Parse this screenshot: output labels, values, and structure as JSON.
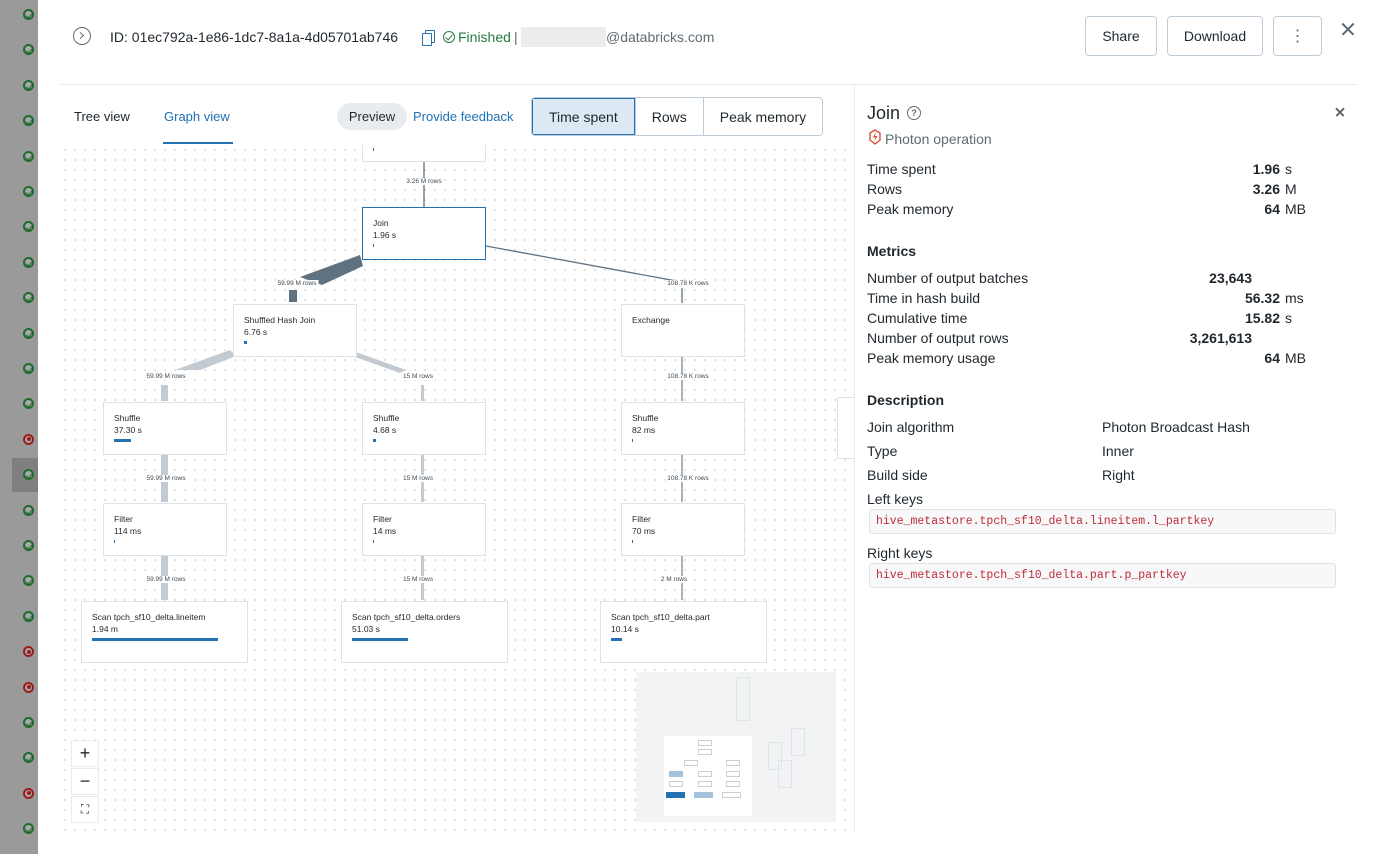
{
  "background": {
    "status_rows": [
      "success",
      "success",
      "success",
      "success",
      "success",
      "success",
      "success",
      "success",
      "success",
      "success",
      "success",
      "success",
      "failed",
      "success",
      "success",
      "success",
      "success",
      "success",
      "failed",
      "failed",
      "success",
      "success",
      "failed",
      "success"
    ]
  },
  "header": {
    "query_id": "ID: 01ec792a-1e86-1dc7-8a1a-4d05701ab746",
    "status": "Finished",
    "separator": "|",
    "user_email_domain": "@databricks.com",
    "share_label": "Share",
    "download_label": "Download",
    "more_label": "⋮"
  },
  "view_tabs": [
    {
      "label": "Tree view",
      "active": false
    },
    {
      "label": "Graph view",
      "active": true
    }
  ],
  "preview_label": "Preview",
  "feedback_label": "Provide feedback",
  "metric_toggle": [
    {
      "label": "Time spent",
      "active": true
    },
    {
      "label": "Rows",
      "active": false
    },
    {
      "label": "Peak memory",
      "active": false
    }
  ],
  "graph": {
    "nodes": [
      {
        "id": "join",
        "title": "Join",
        "value": "1.96 s",
        "fill": 0.01,
        "selected": true
      },
      {
        "id": "shj",
        "title": "Shuffled Hash Join",
        "value": "6.76 s",
        "fill": 0.04
      },
      {
        "id": "exchange",
        "title": "Exchange",
        "value": "",
        "fill": 0
      },
      {
        "id": "shuffle1",
        "title": "Shuffle",
        "value": "37.30 s",
        "fill": 0.2
      },
      {
        "id": "shuffle2",
        "title": "Shuffle",
        "value": "4.68 s",
        "fill": 0.03
      },
      {
        "id": "shuffle3",
        "title": "Shuffle",
        "value": "82 ms",
        "fill": 0.005
      },
      {
        "id": "filter1",
        "title": "Filter",
        "value": "114 ms",
        "fill": 0.005
      },
      {
        "id": "filter2",
        "title": "Filter",
        "value": "14 ms",
        "fill": 0.005
      },
      {
        "id": "filter3",
        "title": "Filter",
        "value": "70 ms",
        "fill": 0.005
      },
      {
        "id": "scan1",
        "title": "Scan tpch_sf10_delta.lineitem",
        "value": "1.94 m",
        "fill": 0.99
      },
      {
        "id": "scan2",
        "title": "Scan tpch_sf10_delta.orders",
        "value": "51.03 s",
        "fill": 0.44
      },
      {
        "id": "scan3",
        "title": "Scan tpch_sf10_delta.part",
        "value": "10.14 s",
        "fill": 0.09
      }
    ],
    "edge_labels": {
      "top": "3.26 M rows",
      "join_left": "59.99 M rows",
      "join_right": "108.78 K rows",
      "shj_left": "59.99 M rows",
      "shj_mid": "15 M rows",
      "exch_shuffle": "108.78 K rows",
      "s1_f1": "59.99 M rows",
      "s2_f2": "15 M rows",
      "s3_f3": "108.78 K rows",
      "f1_scan": "59.99 M rows",
      "f2_scan": "15 M rows",
      "f3_scan": "2 M rows"
    },
    "zoom": {
      "in": "+",
      "out": "−",
      "fit": "⛶"
    }
  },
  "details": {
    "title": "Join",
    "help": "?",
    "subtitle": "Photon operation",
    "summary": [
      {
        "label": "Time spent",
        "value": "1.96",
        "unit": "s"
      },
      {
        "label": "Rows",
        "value": "3.26",
        "unit": "M"
      },
      {
        "label": "Peak memory",
        "value": "64",
        "unit": "MB"
      }
    ],
    "metrics_title": "Metrics",
    "metrics": [
      {
        "label": "Number of output batches",
        "value": "23,643",
        "unit": ""
      },
      {
        "label": "Time in hash build",
        "value": "56.32",
        "unit": "ms"
      },
      {
        "label": "Cumulative time",
        "value": "15.82",
        "unit": "s"
      },
      {
        "label": "Number of output rows",
        "value": "3,261,613",
        "unit": ""
      },
      {
        "label": "Peak memory usage",
        "value": "64",
        "unit": "MB"
      }
    ],
    "description_title": "Description",
    "description": [
      {
        "label": "Join algorithm",
        "value": "Photon Broadcast Hash"
      },
      {
        "label": "Type",
        "value": "Inner"
      },
      {
        "label": "Build side",
        "value": "Right"
      }
    ],
    "left_keys_label": "Left keys",
    "left_keys": "hive_metastore.tpch_sf10_delta.lineitem.l_partkey",
    "right_keys_label": "Right keys",
    "right_keys": "hive_metastore.tpch_sf10_delta.part.p_partkey"
  },
  "colors": {
    "accent": "#2272b4",
    "success": "#277c43",
    "code": "#c12b38"
  }
}
